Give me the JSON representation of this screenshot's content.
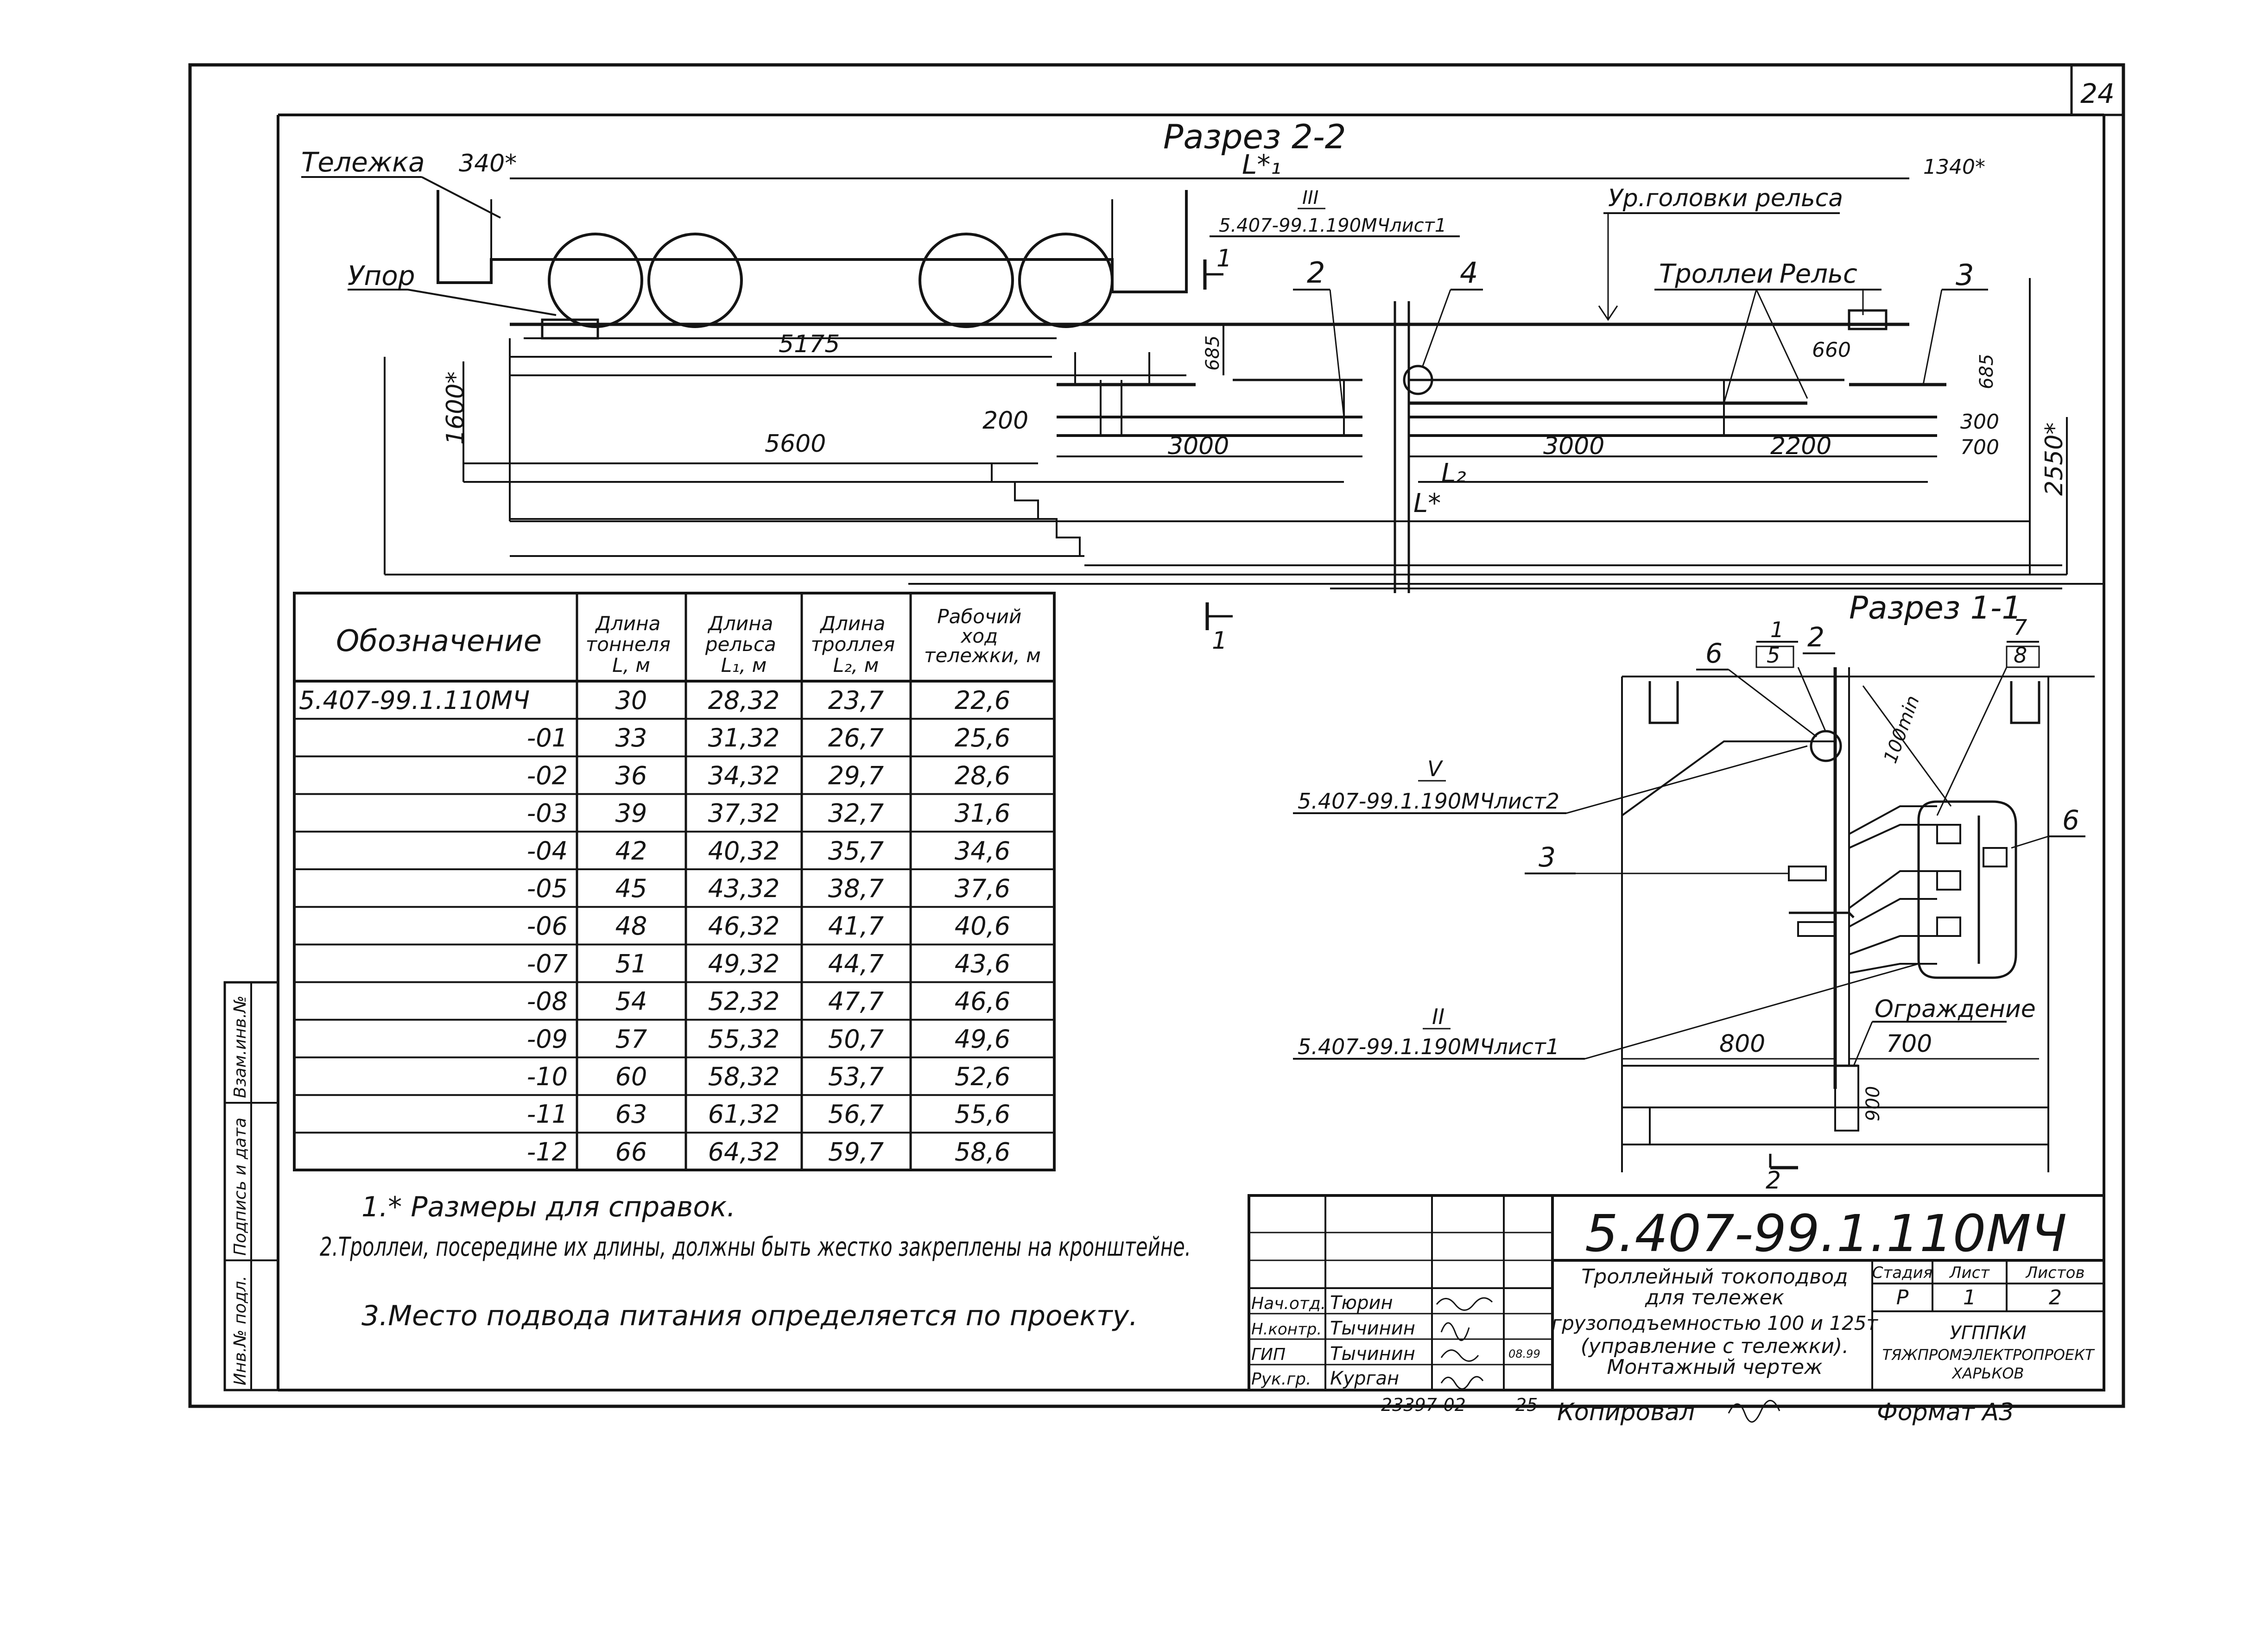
{
  "sheet_number": "24",
  "section_2_2": {
    "title": "Разрез 2-2",
    "labels": {
      "trolley": "Тележка",
      "stop": "Упор",
      "rail_head_level": "Ур.головки рельса",
      "trolleys": "Троллеи",
      "rail": "Рельс",
      "l1": "L*₁",
      "l": "L*",
      "l2": "L₂"
    },
    "dims": {
      "d340": "340*",
      "d1340": "1340*",
      "d5175": "5175",
      "d685a": "685",
      "d685b": "685",
      "d1600": "1600*",
      "d200": "200",
      "d5600": "5600",
      "d3000a": "3000",
      "d3000b": "3000",
      "d2200": "2200",
      "d660": "660",
      "d300": "300",
      "d700": "700",
      "d2550": "2550*"
    },
    "callouts": {
      "c1": "1",
      "c1b": "1",
      "c2": "2",
      "c3": "3",
      "c4": "4"
    },
    "ref_iii": {
      "roman": "III",
      "text": "5.407-99.1.190МЧлист1"
    }
  },
  "table": {
    "headers": [
      "Обозначение",
      "Длина тоннеля L, м",
      "Длина рельса L₁, м",
      "Длина троллея L₂, м",
      "Рабочий ход тележки, м"
    ],
    "rows": [
      [
        "5.407-99.1.110МЧ",
        "30",
        "28,32",
        "23,7",
        "22,6"
      ],
      [
        "-01",
        "33",
        "31,32",
        "26,7",
        "25,6"
      ],
      [
        "-02",
        "36",
        "34,32",
        "29,7",
        "28,6"
      ],
      [
        "-03",
        "39",
        "37,32",
        "32,7",
        "31,6"
      ],
      [
        "-04",
        "42",
        "40,32",
        "35,7",
        "34,6"
      ],
      [
        "-05",
        "45",
        "43,32",
        "38,7",
        "37,6"
      ],
      [
        "-06",
        "48",
        "46,32",
        "41,7",
        "40,6"
      ],
      [
        "-07",
        "51",
        "49,32",
        "44,7",
        "43,6"
      ],
      [
        "-08",
        "54",
        "52,32",
        "47,7",
        "46,6"
      ],
      [
        "-09",
        "57",
        "55,32",
        "50,7",
        "49,6"
      ],
      [
        "-10",
        "60",
        "58,32",
        "53,7",
        "52,6"
      ],
      [
        "-11",
        "63",
        "61,32",
        "56,7",
        "55,6"
      ],
      [
        "-12",
        "66",
        "64,32",
        "59,7",
        "58,6"
      ]
    ]
  },
  "section_1_1": {
    "title": "Разрез 1-1",
    "ref_v": {
      "roman": "V",
      "text": "5.407-99.1.190МЧлист2"
    },
    "ref_ii": {
      "roman": "II",
      "text": "5.407-99.1.190МЧлист1"
    },
    "labels": {
      "fence": "Ограждение",
      "spacing": "100min"
    },
    "dims": {
      "d800": "800",
      "d700": "700",
      "d900": "900"
    },
    "callouts": {
      "c6a": "6",
      "c1_5_top": "1",
      "c1_5_bottom": "5",
      "c2": "2",
      "c7_top": "7",
      "c7_bottom": "8",
      "c6b": "6",
      "c3": "3",
      "c2_marker": "2"
    }
  },
  "notes": [
    "1.* Размеры для справок.",
    "2.Троллеи, посередине их длины, должны быть жестко закреплены на кронштейне.",
    "3.Место подвода питания определяется по проекту."
  ],
  "side_stamp": [
    "Инв.№ подл.",
    "Подпись и дата",
    "Взам.инв.№"
  ],
  "title_block": {
    "code": "5.407-99.1.110МЧ",
    "name_lines": [
      "Троллейный токоподвод",
      "для тележек",
      "грузоподъемностью 100 и 125т",
      "(управление с тележки).",
      "Монтажный чертеж"
    ],
    "stage_header": "Стадия",
    "sheet_header": "Лист",
    "sheets_header": "Листов",
    "stage": "Р",
    "sheet": "1",
    "sheets": "2",
    "org": [
      "УГППКИ",
      "ТЯЖПРОМЭЛЕКТРОПРОЕКТ",
      "ХАРЬКОВ"
    ],
    "signers": [
      {
        "role": "Нач.отд.",
        "name": "Тюрин",
        "date": ""
      },
      {
        "role": "Н.контр.",
        "name": "Тычинин",
        "date": ""
      },
      {
        "role": "ГИП",
        "name": "Тычинин",
        "date": "08.99"
      },
      {
        "role": "Рук.гр.",
        "name": "Курган",
        "date": ""
      }
    ]
  },
  "footer": {
    "inv": "23397-02",
    "copy_num": "25",
    "copied": "Копировал",
    "format": "Формат А3"
  }
}
